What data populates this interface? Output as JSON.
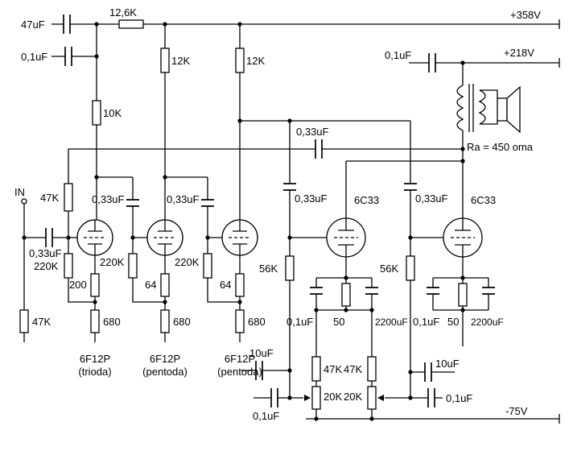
{
  "colors": {
    "line": "#000000",
    "background": "#ffffff"
  },
  "labels": {
    "f_cap_47uF": "47uF",
    "r_dropper_126K": "12,6K",
    "rail_plus358": "+358V",
    "f_cap_01uF": "0,1uF",
    "r_anode2_12K": "12K",
    "r_anode3_12K": "12K",
    "cap_218_01uF": "0,1uF",
    "rail_plus218": "+218V",
    "r_anode1_10K": "10K",
    "transformer_ra": "Ra = 450 oma",
    "cap_feedback_033uF": "0,33uF",
    "input_in": "IN",
    "r_fb_47K": "47K",
    "cap_couple12_033uF": "0,33uF",
    "cap_couple23_033uF": "0,33uF",
    "cap_out1_033uF": "0,33uF",
    "tube4_6C33": "6C33",
    "cap_out2_033uF": "0,33uF",
    "tube5_6C33": "6C33",
    "cap_input_033uF": "0,33uF",
    "r_grid1_220K": "220K",
    "r_grid2_220K": "220K",
    "r_grid3_220K": "220K",
    "r_cath1_200": "200",
    "r_cath2_64": "64",
    "r_cath3_64": "64",
    "r_gstop1_56K": "56K",
    "r_gstop2_56K": "56K",
    "r_in_47K": "47K",
    "r_cath1b_680": "680",
    "r_cath2b_680": "680",
    "r_cath3b_680": "680",
    "cap_k1_01uF": "0,1uF",
    "r_k1_50": "50",
    "cap_k1_2200uF": "2200uF",
    "cap_k2_01uF": "0,1uF",
    "r_k2_50": "50",
    "cap_k2_2200uF": "2200uF",
    "tube1_name": "6F12P",
    "tube1_mode": "(trioda)",
    "tube2_name": "6F12P",
    "tube2_mode": "(pentoda)",
    "tube3_name": "6F12P",
    "tube3_mode": "(pentoda)",
    "cap_bias1_10uF": "10uF",
    "r_bias1a_47K": "47K",
    "r_bias2a_47K": "47K",
    "r_bias1b_20K": "20K",
    "r_bias2b_20K": "20K",
    "cap_bias2_10uF": "10uF",
    "cap_bias1_01uF": "0,1uF",
    "cap_bias2_01uF": "0,1uF",
    "rail_minus75": "-75V"
  }
}
